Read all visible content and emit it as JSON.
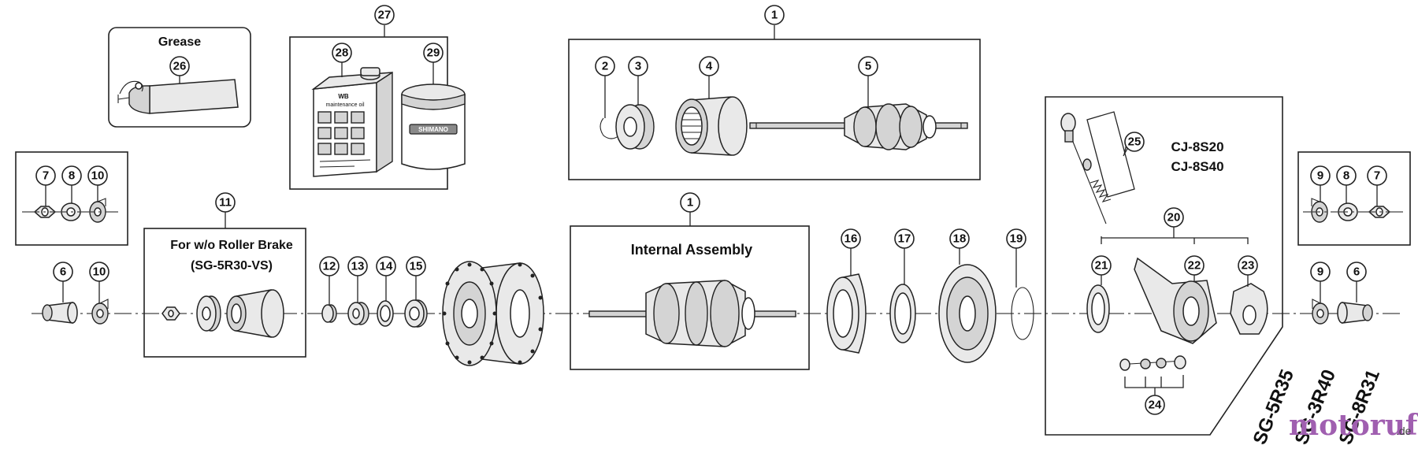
{
  "diagram": {
    "box_labels": {
      "grease": "Grease",
      "internal_assembly": "Internal Assembly",
      "without_roller_brake_line1": "For w/o Roller Brake",
      "without_roller_brake_line2": "(SG-5R30-VS)",
      "chain_tensioner_line1": "CJ-8S20",
      "chain_tensioner_line2": "CJ-8S40"
    },
    "callouts": [
      "1",
      "2",
      "3",
      "4",
      "5",
      "6",
      "7",
      "8",
      "9",
      "10",
      "11",
      "12",
      "13",
      "14",
      "15",
      "16",
      "17",
      "18",
      "19",
      "20",
      "21",
      "22",
      "23",
      "24",
      "25",
      "26",
      "27",
      "28",
      "29"
    ],
    "models": [
      "SG-5R35",
      "SG-3R40",
      "SG-8R31"
    ],
    "product_text": {
      "can_brand": "WB",
      "can_title": "maintenance oil",
      "jar_brand": "SHIMANO"
    },
    "watermark": {
      "text": "motoruf",
      "suffix": ".de",
      "color": "#a05fb0"
    }
  }
}
